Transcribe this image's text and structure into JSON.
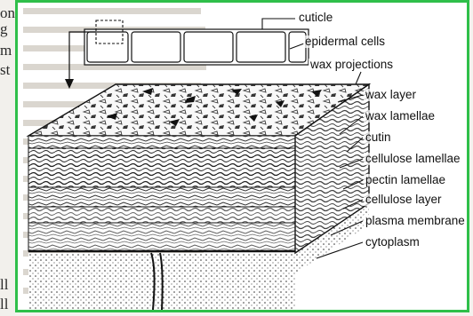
{
  "page_fragments": [
    "on",
    "g",
    "m",
    "st",
    "ll",
    "ll"
  ],
  "labels": {
    "cuticle": "cuticle",
    "epidermal_cells": "epidermal cells",
    "wax_projections": "wax projections",
    "wax_layer": "wax layer",
    "wax_lamellae": "wax lamellae",
    "cutin": "cutin",
    "cellulose_lamellae": "cellulose lamellae",
    "pectin_lamellae": "pectin lamellae",
    "cellulose_layer": "cellulose layer",
    "plasma_membrane": "plasma membrane",
    "cytoplasm": "cytoplasm"
  },
  "colors": {
    "frame_border": "#2fbf4a",
    "ink": "#111111"
  }
}
